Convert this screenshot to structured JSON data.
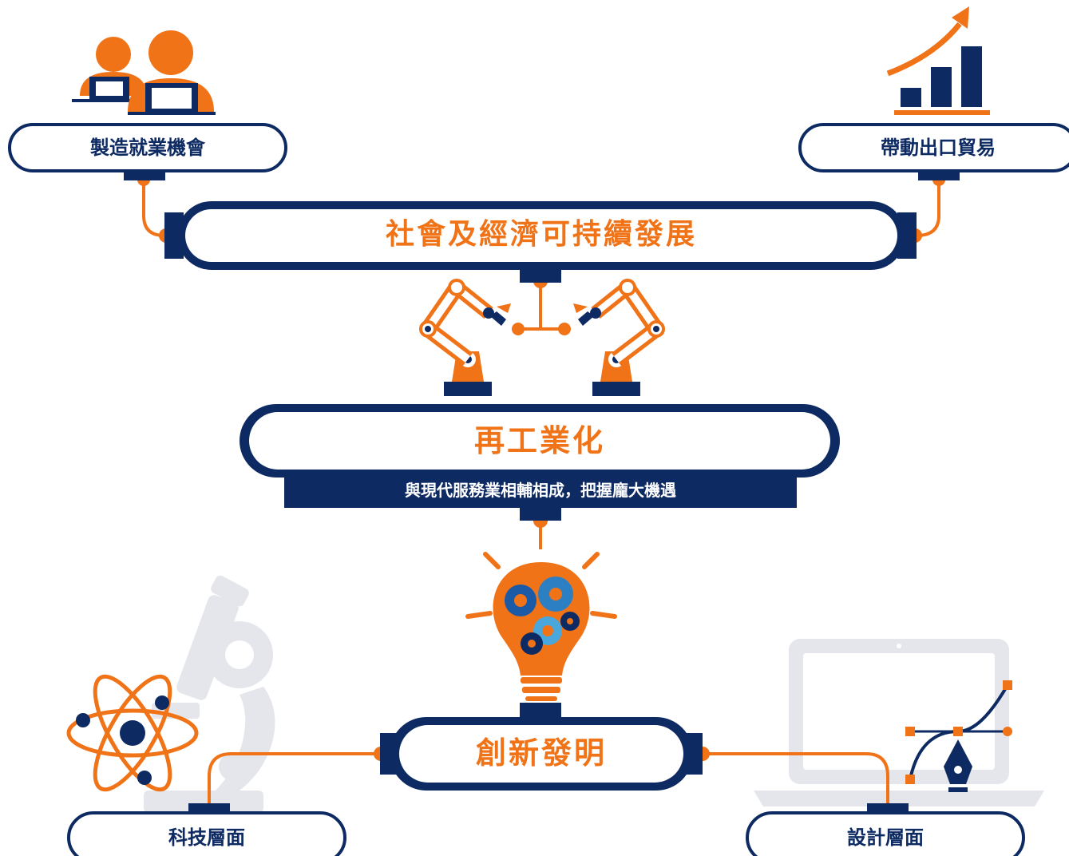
{
  "colors": {
    "navy": "#0d2a63",
    "orange": "#f07318",
    "grey": "#e4e6ec",
    "white": "#ffffff"
  },
  "icons": {
    "people": "people-at-laptops-icon",
    "growth": "growth-chart-icon",
    "robot_arms": "robotic-arms-icon",
    "lightbulb": "gear-lightbulb-icon",
    "atom": "atom-icon",
    "microscope": "microscope-icon",
    "laptop": "laptop-icon",
    "pen_tool": "vector-pen-tool-icon"
  },
  "nodes": {
    "jobs": "製造就業機會",
    "export": "帶動出口貿易",
    "sustain": "社會及經濟可持續發展",
    "reindustrial": "再工業化",
    "reindustrial_sub": "與現代服務業相輔相成，把握龐大機遇",
    "innovation": "創新發明",
    "tech": "科技層面",
    "design": "設計層面"
  }
}
